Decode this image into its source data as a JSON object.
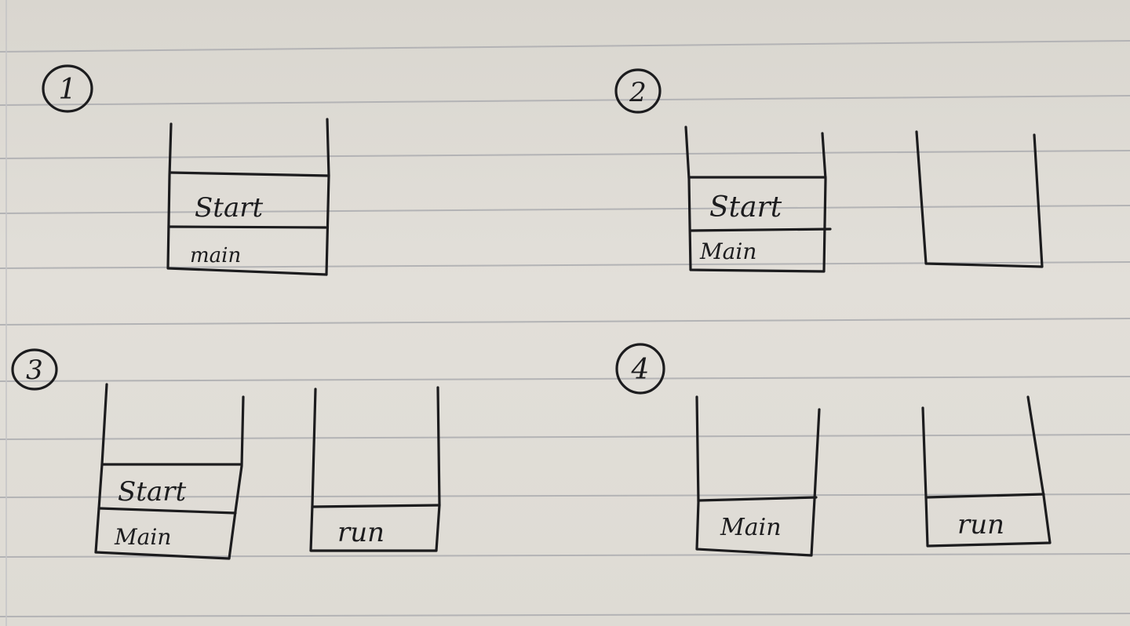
{
  "panels": [
    {
      "number": "1",
      "stacks": [
        {
          "frames": [
            "Start",
            "main"
          ]
        }
      ]
    },
    {
      "number": "2",
      "stacks": [
        {
          "frames": [
            "Start",
            "Main"
          ]
        },
        {
          "frames": []
        }
      ]
    },
    {
      "number": "3",
      "stacks": [
        {
          "frames": [
            "Start",
            "Main"
          ]
        },
        {
          "frames": [
            "run"
          ]
        }
      ]
    },
    {
      "number": "4",
      "stacks": [
        {
          "frames": [
            "Main"
          ]
        },
        {
          "frames": [
            "run"
          ]
        }
      ]
    }
  ]
}
